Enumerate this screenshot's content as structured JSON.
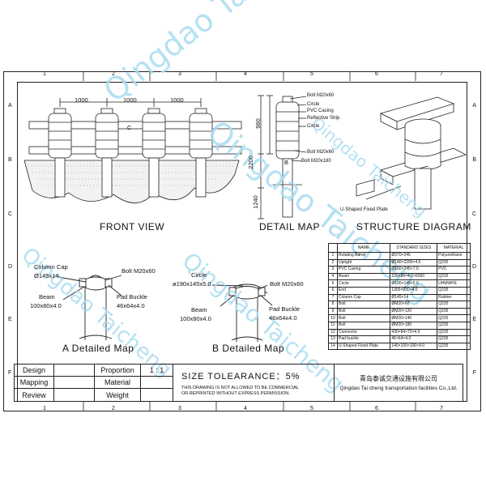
{
  "columns": [
    "1",
    "2",
    "3",
    "4",
    "5",
    "6",
    "7"
  ],
  "rows": [
    "A",
    "B",
    "C",
    "D",
    "E",
    "F"
  ],
  "watermark": "Qingdao Taicheng",
  "views": {
    "front_view": "FRONT VIEW",
    "detail_map": "DETAIL MAP",
    "structure_diagram": "STRUCTURE DIAGRAM",
    "a_detailed_map": "A Detailed Map",
    "b_detailed_map": "B Detailed Map"
  },
  "front": {
    "spacing": [
      "1000",
      "1000",
      "1000"
    ],
    "mark_c": "C",
    "mark_b": "B"
  },
  "detail": {
    "dims": [
      "960",
      "2200",
      "1240"
    ],
    "callouts": [
      "Bolt  M20x60",
      "Circle",
      "PVC Casing",
      "Reflective Strip",
      "Circle",
      "Bolt  M20x60",
      "Bolt  M20x180"
    ]
  },
  "structure": {
    "plate_label": "U-Shaped Fixed Plate"
  },
  "a_map": {
    "column_cap": "Column Cap",
    "column_cap_size": "Ø145x14",
    "bolt": "Bolt  M20x60",
    "beam": "Beam",
    "beam_size": "100x80x4.0",
    "pad": "Pad Buckle",
    "pad_size": "46x64x4.0"
  },
  "b_map": {
    "circle": "Circle",
    "circle_size": "ø190x145x5.0",
    "bolt": "Bolt  M20x60",
    "beam": "Beam",
    "beam_size": "100x80x4.0",
    "pad": "Pad Buckle",
    "pad_size": "46x64x4.0"
  },
  "bom": {
    "headers": [
      "NAME",
      "STANDARD SIZES",
      "MATERIAL"
    ],
    "rows": [
      [
        "1",
        "Rotating Barrel",
        "Ø370×245",
        "Polyurethane"
      ],
      [
        "2",
        "Upright",
        "Ø140×2200×4.5",
        "Q235"
      ],
      [
        "3",
        "PVC Casing",
        "Ø160×245×7.0",
        "PVC"
      ],
      [
        "4",
        "Beam",
        "100×80×4.0×6000",
        "Q235"
      ],
      [
        "5",
        "Circle",
        "Ø190×145×5.0",
        "UHMWPE"
      ],
      [
        "6",
        "End",
        "1300×230×4.0",
        "Q235"
      ],
      [
        "7",
        "Column Cap",
        "Ø145×14",
        "Rubber"
      ],
      [
        "8",
        "Bolt",
        "ØM20×60",
        "Q235"
      ],
      [
        "9",
        "Bolt",
        "ØM20×120",
        "Q235"
      ],
      [
        "10",
        "Bolt",
        "ØM20×140",
        "Q235"
      ],
      [
        "11",
        "Bolt",
        "ØM20×180",
        "Q235"
      ],
      [
        "12",
        "Connector",
        "430×84×70×4.0",
        "Q235"
      ],
      [
        "13",
        "Pad buckle",
        "46×64×4.0",
        "Q235"
      ],
      [
        "14",
        "U-Shaped Fixed Plate",
        "140×100×100×4.0",
        "Q235"
      ]
    ]
  },
  "title_block": {
    "design": "Design",
    "mapping": "Mapping",
    "review": "Review",
    "proportion": "Proportion",
    "scale": "1 : 1",
    "material": "Material",
    "weight": "Weight",
    "tolerance": "SIZE  TOLEARANCE：5%",
    "notice_1": "THIS DRAWING IS NOT ALLOWED TO BE COMMERCIAL",
    "notice_2": "OR REPRINTED WITHOUT EXPRESS PERMISSION.",
    "company_cn": "青岛泰诚交通设施有限公司",
    "company_en": "Qingdao Tai cheng transportation facilities Co.,Ltd."
  }
}
